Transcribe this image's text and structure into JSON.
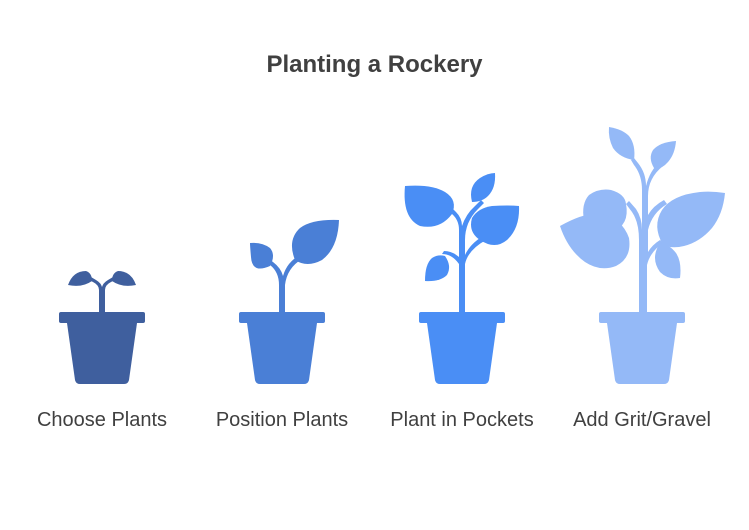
{
  "title": "Planting a Rockery",
  "steps": [
    {
      "label": "Choose Plants",
      "color": "#3f5f9e",
      "icon": "seedling-pot-icon"
    },
    {
      "label": "Position Plants",
      "color": "#4a7fd6",
      "icon": "sprout-pot-icon"
    },
    {
      "label": "Plant in Pockets",
      "color": "#4a8ef5",
      "icon": "young-plant-pot-icon"
    },
    {
      "label": "Add Grit/Gravel",
      "color": "#94b9f7",
      "icon": "grown-plant-pot-icon"
    }
  ]
}
